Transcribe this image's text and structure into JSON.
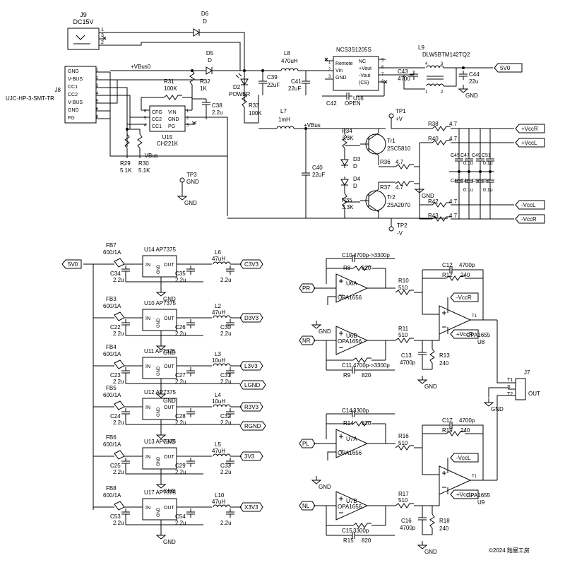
{
  "power": {
    "j9": {
      "ref": "J9",
      "value": "DC15V",
      "pins": [
        "1",
        "3",
        "2"
      ]
    },
    "j8": {
      "ref": "J8",
      "part": "UJC-HP-3-SMT-TR",
      "pin_names": [
        "GND",
        "V-BUS",
        "CC1",
        "CC2",
        "V-BUS",
        "GND",
        "FG"
      ],
      "pin_nums": [
        "1",
        "2",
        "3",
        "4",
        "5",
        "6",
        "8"
      ]
    },
    "d6": {
      "ref": "D6",
      "value": "D"
    },
    "d5": {
      "ref": "D5",
      "value": "D"
    },
    "vbus0": "+VBus0",
    "r32": {
      "ref": "R32",
      "value": "1K"
    },
    "r31": {
      "ref": "R31",
      "value": "100K"
    },
    "c38": {
      "ref": "C38",
      "value": "2.2u"
    },
    "u15": {
      "ref": "U15",
      "part": "CH221K",
      "left_pins": [
        "CFG",
        "CC2",
        "CC1"
      ],
      "left_nums": [
        "6",
        "5",
        "4"
      ],
      "right_pins": [
        "VIN",
        "GND",
        "PG"
      ],
      "right_nums": [
        "1",
        "2",
        "3"
      ]
    },
    "r29": {
      "ref": "R29",
      "value": "5.1K"
    },
    "r30": {
      "ref": "R30",
      "value": "5.1K"
    },
    "vbus_label": "-VBus",
    "tp3": {
      "ref": "TP3",
      "value": "GND"
    },
    "gnd": "GND",
    "d2": {
      "ref": "D2",
      "value": "POWER"
    },
    "r33": {
      "ref": "R33",
      "value": "100K"
    },
    "c39": {
      "ref": "C39",
      "value": "22uF"
    },
    "l8": {
      "ref": "L8",
      "value": "470uH"
    },
    "c41": {
      "ref": "C41",
      "value": "22uF"
    },
    "u16": {
      "ref": "U16",
      "part": "NCS3S1205S",
      "left_pins": [
        "Remote",
        "Vin",
        "GND"
      ],
      "left_nums": [
        "1",
        "2",
        "3"
      ],
      "right_pins": [
        "NC",
        "+Vout",
        "-Vout",
        "(CS)"
      ],
      "right_nums": [
        "5",
        "6",
        "7",
        "8"
      ]
    },
    "c42": {
      "ref": "C42",
      "value": "OPEN"
    },
    "c43": {
      "ref": "C43",
      "value": "4700"
    },
    "l9": {
      "ref": "L9",
      "value": "DLW5BTM142TQ2",
      "pins": [
        "4",
        "3",
        "1",
        "2"
      ]
    },
    "c44": {
      "ref": "C44",
      "value": "22u"
    },
    "out_5v0": "5V0",
    "l7": {
      "ref": "L7",
      "value": "1mH"
    },
    "vbus_plus": "+VBus",
    "tp1": {
      "ref": "TP1",
      "value": "+V"
    },
    "tp2": {
      "ref": "TP2",
      "value": "-V"
    },
    "c40": {
      "ref": "C40",
      "value": "22uF"
    },
    "r34": {
      "ref": "R34",
      "value": "3.3K"
    },
    "r35": {
      "ref": "R35",
      "value": "3.3K"
    },
    "d3": {
      "ref": "D3",
      "value": "D"
    },
    "d4": {
      "ref": "D4",
      "value": "D"
    },
    "tr1": {
      "ref": "Tr1",
      "value": "2SC5810",
      "pins": [
        "1",
        "2",
        "3"
      ]
    },
    "tr2": {
      "ref": "Tr2",
      "value": "2SA2070",
      "pins": [
        "1",
        "2",
        "3"
      ]
    },
    "r36": {
      "ref": "R36",
      "value": "4.7"
    },
    "r37": {
      "ref": "R37",
      "value": "4.7"
    },
    "r38": {
      "ref": "R38",
      "value": "4.7"
    },
    "r40": {
      "ref": "R40",
      "value": "4.7"
    },
    "r42": {
      "ref": "R42",
      "value": "4.7"
    },
    "r43": {
      "ref": "R43",
      "value": "4.7"
    },
    "c45": "C45",
    "c47": "C47",
    "c49": "C49",
    "c51": "C51",
    "c46": "C46",
    "c48": "C48",
    "c50": "C50",
    "c52": "C52",
    "cap_01u": "0.1u",
    "vccr_pos": "+VccR",
    "vccl_pos": "+VccL",
    "vccr_neg": "-VccR",
    "vccl_neg": "-VccL"
  },
  "regulators": {
    "input": "5V0",
    "cin": "2.2u",
    "cout": "2.2u",
    "pins": {
      "in": "IN",
      "out": "OUT",
      "gnd": "GND"
    },
    "rows": [
      {
        "fb": "FB7",
        "fbv": "600/1A",
        "u": "U14 AP7375",
        "cin": "C34",
        "cout": "C35",
        "l": "L6",
        "lv": "47uH",
        "out": "C3V3",
        "gnd_out": ""
      },
      {
        "fb": "FB3",
        "fbv": "600/1A",
        "u": "U10 AP7375",
        "cin": "C22",
        "cout": "C26",
        "cx": "C30",
        "l": "L2",
        "lv": "47uH",
        "out": "D3V3",
        "gnd_out": ""
      },
      {
        "fb": "FB4",
        "fbv": "600/1A",
        "u": "U11 AP7375",
        "cin": "C23",
        "cout": "C27",
        "cx": "C31",
        "l": "L3",
        "lv": "10uH",
        "out": "L3V3",
        "gnd_out": "LGND"
      },
      {
        "fb": "FB5",
        "fbv": "600/1A",
        "u": "U12 AP7375",
        "cin": "C24",
        "cout": "C28",
        "cx": "C32",
        "l": "L4",
        "lv": "10uH",
        "out": "R3V3",
        "gnd_out": "RGND"
      },
      {
        "fb": "FB6",
        "fbv": "600/1A",
        "u": "U13 AP7375",
        "cin": "C25",
        "cout": "C29",
        "cx": "C33",
        "l": "L5",
        "lv": "47uH",
        "out": "3V3",
        "gnd_out": ""
      },
      {
        "fb": "FB8",
        "fbv": "600/1A",
        "u": "U17 AP7375",
        "cin": "C53",
        "cout": "C54",
        "l": "L10",
        "lv": "47uH",
        "out": "X3V3",
        "gnd_out": ""
      }
    ]
  },
  "amp": {
    "right": {
      "in_p": "PR",
      "in_n": "NR",
      "c_top": "C10",
      "c_top_v": "4700p->3300p",
      "r_top": "R8",
      "r_top_v": "820",
      "u_a": "U6A",
      "u_b": "U6B",
      "opa": "OPA1656",
      "c_bot": "C11",
      "c_bot_v": "4700p->3300p",
      "r_bot": "R9",
      "r_bot_v": "820",
      "r_a": "R10",
      "r_a_v": "510",
      "r_b": "R11",
      "r_b_v": "510",
      "c_fb": "C12",
      "c_fb_v": "4700p",
      "r_fb": "R12",
      "r_fb_v": "240",
      "c_gnd": "C13",
      "c_gnd_v": "4700p",
      "r_gnd": "R13",
      "r_gnd_v": "240",
      "u_out": "U8",
      "opa_out": "OPA1655",
      "vcc_neg": "-VccR",
      "vcc_pos": "+VccR"
    },
    "left": {
      "in_p": "PL",
      "in_n": "NL",
      "c_top": "C14",
      "c_top_v": "3300p",
      "r_top": "R14",
      "r_top_v": "820",
      "u_a": "U7A",
      "u_b": "U7B",
      "opa": "OPA1656",
      "c_bot": "C15",
      "c_bot_v": "3300p",
      "r_bot": "R15",
      "r_bot_v": "820",
      "r_a": "R16",
      "r_a_v": "510",
      "r_b": "R17",
      "r_b_v": "510",
      "c_fb": "C17",
      "c_fb_v": "4700p",
      "r_fb": "R19",
      "r_fb_v": "240",
      "c_gnd": "C16",
      "c_gnd_v": "4700p",
      "r_gnd": "R18",
      "r_gnd_v": "240",
      "u_out": "U9",
      "opa_out": "OPA1655",
      "vcc_neg": "-VccL",
      "vcc_pos": "+VccL"
    },
    "j7": {
      "ref": "J7",
      "value": "OUT",
      "pins": [
        "T1",
        "S",
        "T2"
      ]
    },
    "gnd": "GND"
  },
  "footer": "©2024 飴屋工房"
}
